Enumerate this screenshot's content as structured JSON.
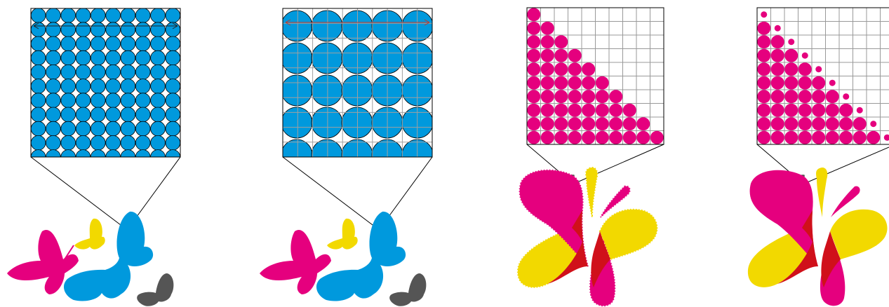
{
  "colors": {
    "cyan": "#0099dd",
    "magenta": "#e5007e",
    "yellow": "#f2d900",
    "red": "#d0101a",
    "gray": "#555555",
    "grid_line": "#999999",
    "outline": "#000000",
    "arrow": "#c0392b"
  },
  "panels": [
    {
      "id": "panel-1",
      "subject": "cmyk-butterflies",
      "zoom_pattern": "cyan-dot-grid-small-dots"
    },
    {
      "id": "panel-2",
      "subject": "cmyk-butterflies",
      "zoom_pattern": "cyan-dot-grid-large-dots"
    },
    {
      "id": "panel-3",
      "subject": "red-yellow-magenta-butterfly",
      "zoom_pattern": "magenta-staircase-dots"
    },
    {
      "id": "panel-4",
      "subject": "red-yellow-magenta-butterfly",
      "zoom_pattern": "magenta-staircase-dots-with-shrinking-edge"
    }
  ]
}
